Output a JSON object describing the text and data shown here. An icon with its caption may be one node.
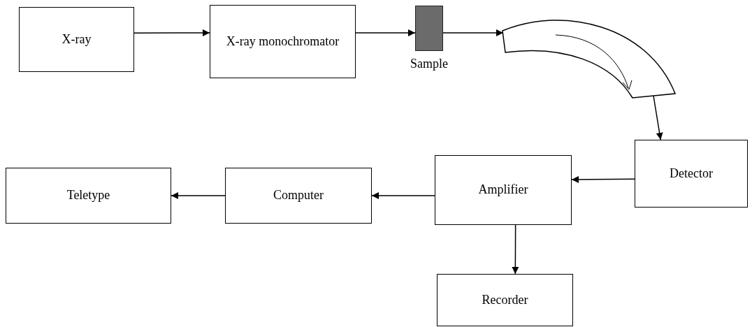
{
  "diagram": {
    "nodes": [
      {
        "text": [
          "X-ray"
        ]
      },
      {
        "text": [
          "X-ray monochromator"
        ]
      },
      {
        "text": [
          "Sample"
        ]
      },
      {
        "text": [],
        "shape": "arc"
      },
      {
        "text": [
          "Detector"
        ]
      },
      {
        "text": [
          "Amplifier"
        ]
      },
      {
        "text": [
          "Computer"
        ]
      },
      {
        "text": [
          "Teletype"
        ]
      },
      {
        "text": [
          "Recorder"
        ]
      }
    ],
    "edges": [
      {
        "from": 0,
        "to": 1,
        "arrow": "to"
      },
      {
        "from": 1,
        "to": 2,
        "arrow": "to"
      },
      {
        "from": 2,
        "to": 3,
        "arrow": "to"
      },
      {
        "from": 3,
        "to": 4,
        "arrow": "to"
      },
      {
        "from": 4,
        "to": 5,
        "arrow": "to"
      },
      {
        "from": 5,
        "to": 6,
        "arrow": "to"
      },
      {
        "from": 6,
        "to": 7,
        "arrow": "to"
      },
      {
        "from": 5,
        "to": 8,
        "arrow": "to"
      }
    ]
  }
}
